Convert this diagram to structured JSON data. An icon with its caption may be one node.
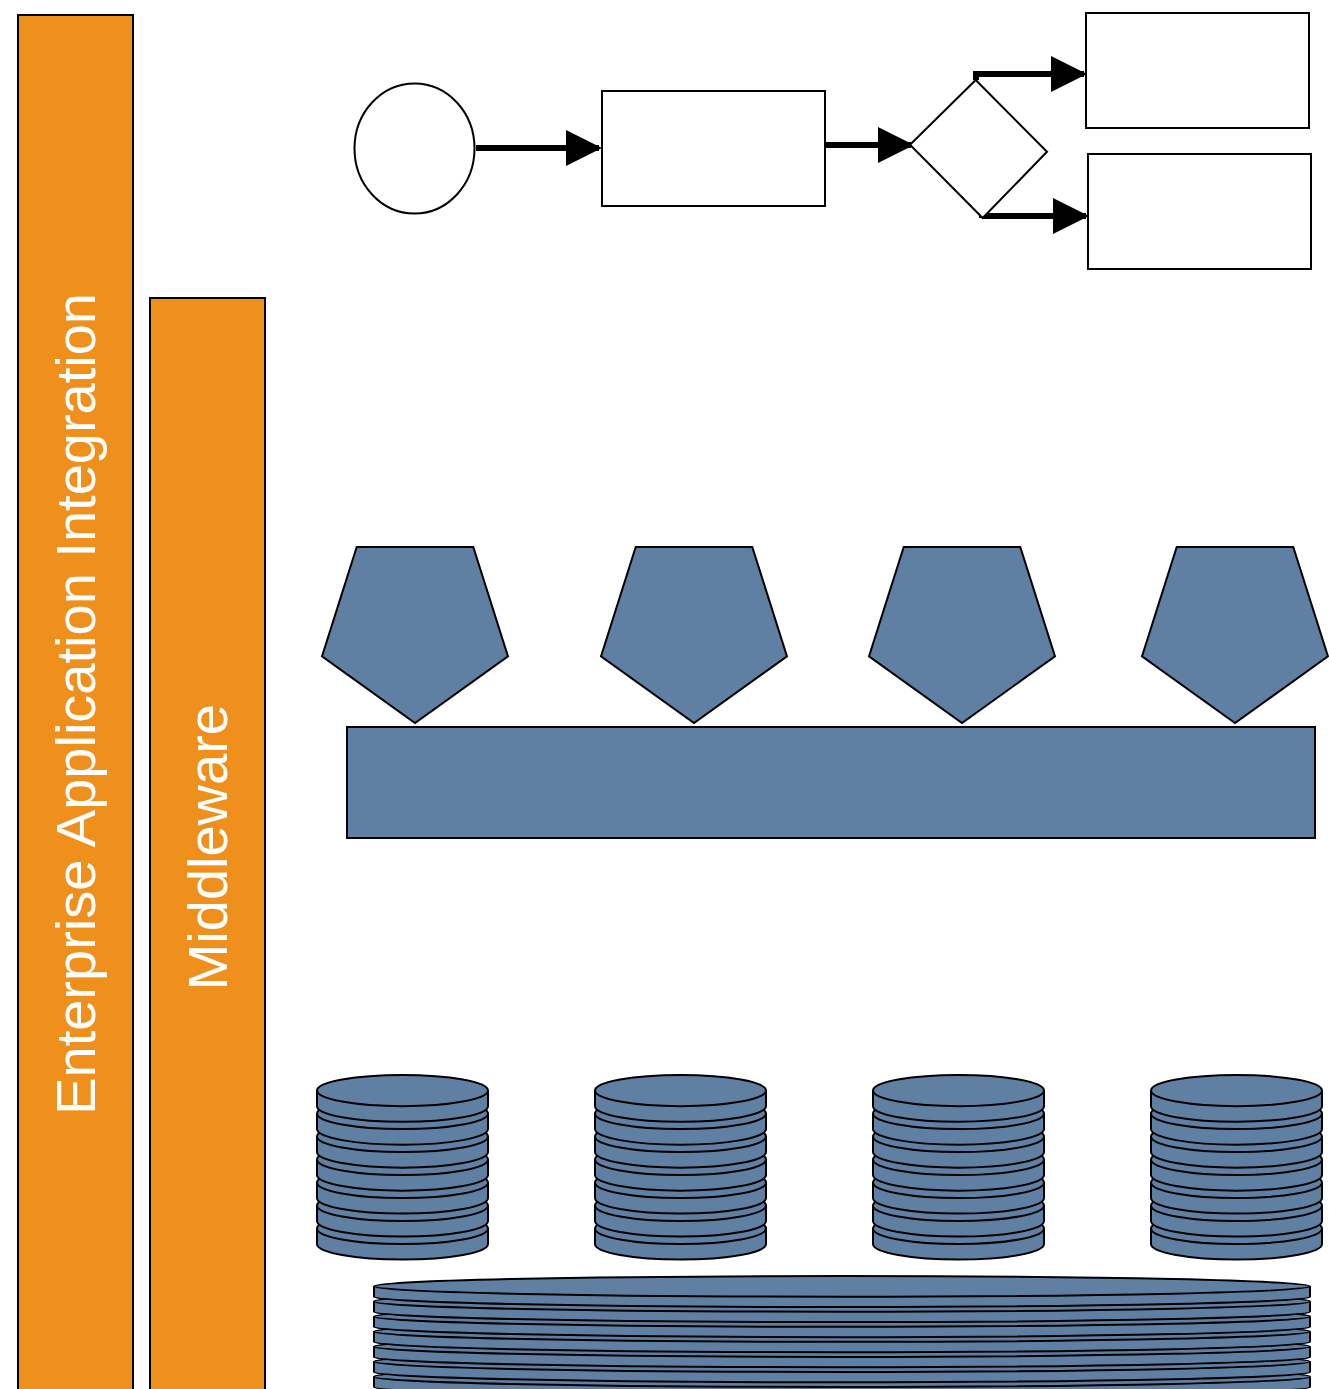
{
  "diagram": {
    "nodes": [
      {
        "text": [
          "Enterprise Application Integration"
        ]
      },
      {
        "text": [
          "Middleware"
        ]
      },
      {
        "text": [],
        "shape": "circle"
      },
      {
        "text": [],
        "shape": "box"
      },
      {
        "text": [],
        "shape": "diamond"
      },
      {
        "text": [],
        "shape": "box"
      },
      {
        "text": [],
        "shape": "box"
      },
      {
        "text": [],
        "shape": "pentagon"
      },
      {
        "text": [],
        "shape": "pentagon"
      },
      {
        "text": [],
        "shape": "pentagon"
      },
      {
        "text": [],
        "shape": "pentagon"
      },
      {
        "text": [],
        "shape": "bar"
      },
      {
        "text": [],
        "shape": "cylinder"
      },
      {
        "text": [],
        "shape": "cylinder"
      },
      {
        "text": [],
        "shape": "cylinder"
      },
      {
        "text": [],
        "shape": "cylinder"
      },
      {
        "text": [],
        "shape": "cylinder"
      }
    ],
    "edges": [
      {
        "from": 2,
        "to": 3,
        "arrow": "to"
      },
      {
        "from": 3,
        "to": 4,
        "arrow": "to"
      },
      {
        "from": 4,
        "to": 5,
        "arrow": "to"
      },
      {
        "from": 4,
        "to": 6,
        "arrow": "to"
      }
    ]
  }
}
